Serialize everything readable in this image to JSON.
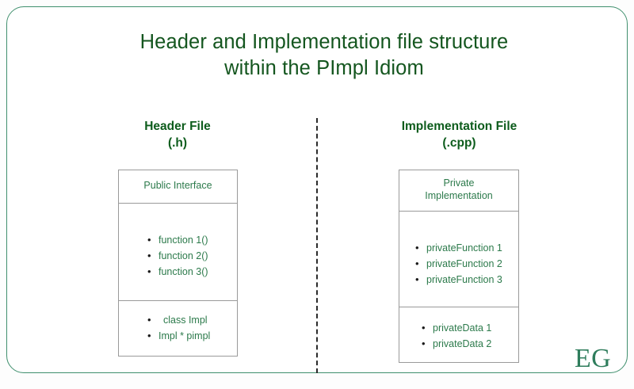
{
  "diagram": {
    "title_line1": "Header and Implementation file structure",
    "title_line2": "within the PImpl Idiom",
    "divider_style": "vertical-dashed",
    "accent_color": "#14561f",
    "body_text_color": "#2c7a4b",
    "border_color": "#3f8f6d",
    "box_border_color": "#9a9a9a"
  },
  "columns": [
    {
      "id": "header-file",
      "heading": "Header File",
      "subheading": "(.h)",
      "sections": [
        {
          "id": "public-interface",
          "caption": "Public Interface",
          "items": []
        },
        {
          "id": "public-functions",
          "caption": "",
          "items": [
            "function 1()",
            "function 2()",
            "function 3()"
          ]
        },
        {
          "id": "impl-pointer",
          "caption": "",
          "items": [
            "class Impl",
            "Impl * pimpl"
          ]
        }
      ]
    },
    {
      "id": "implementation-file",
      "heading": "Implementation File",
      "subheading": "(.cpp)",
      "sections": [
        {
          "id": "private-implementation",
          "caption_line1": "Private",
          "caption_line2": "Implementation",
          "items": []
        },
        {
          "id": "private-functions",
          "caption": "",
          "items": [
            "privateFunction 1",
            "privateFunction 2",
            "privateFunction 3"
          ]
        },
        {
          "id": "private-data",
          "caption": "",
          "items": [
            "privateData 1",
            "privateData 2"
          ]
        }
      ]
    }
  ],
  "logo": {
    "name": "geeksforgeeks-logo",
    "glyph_left": "Ǝ",
    "glyph_right": "G",
    "color": "#2f7d5c"
  }
}
